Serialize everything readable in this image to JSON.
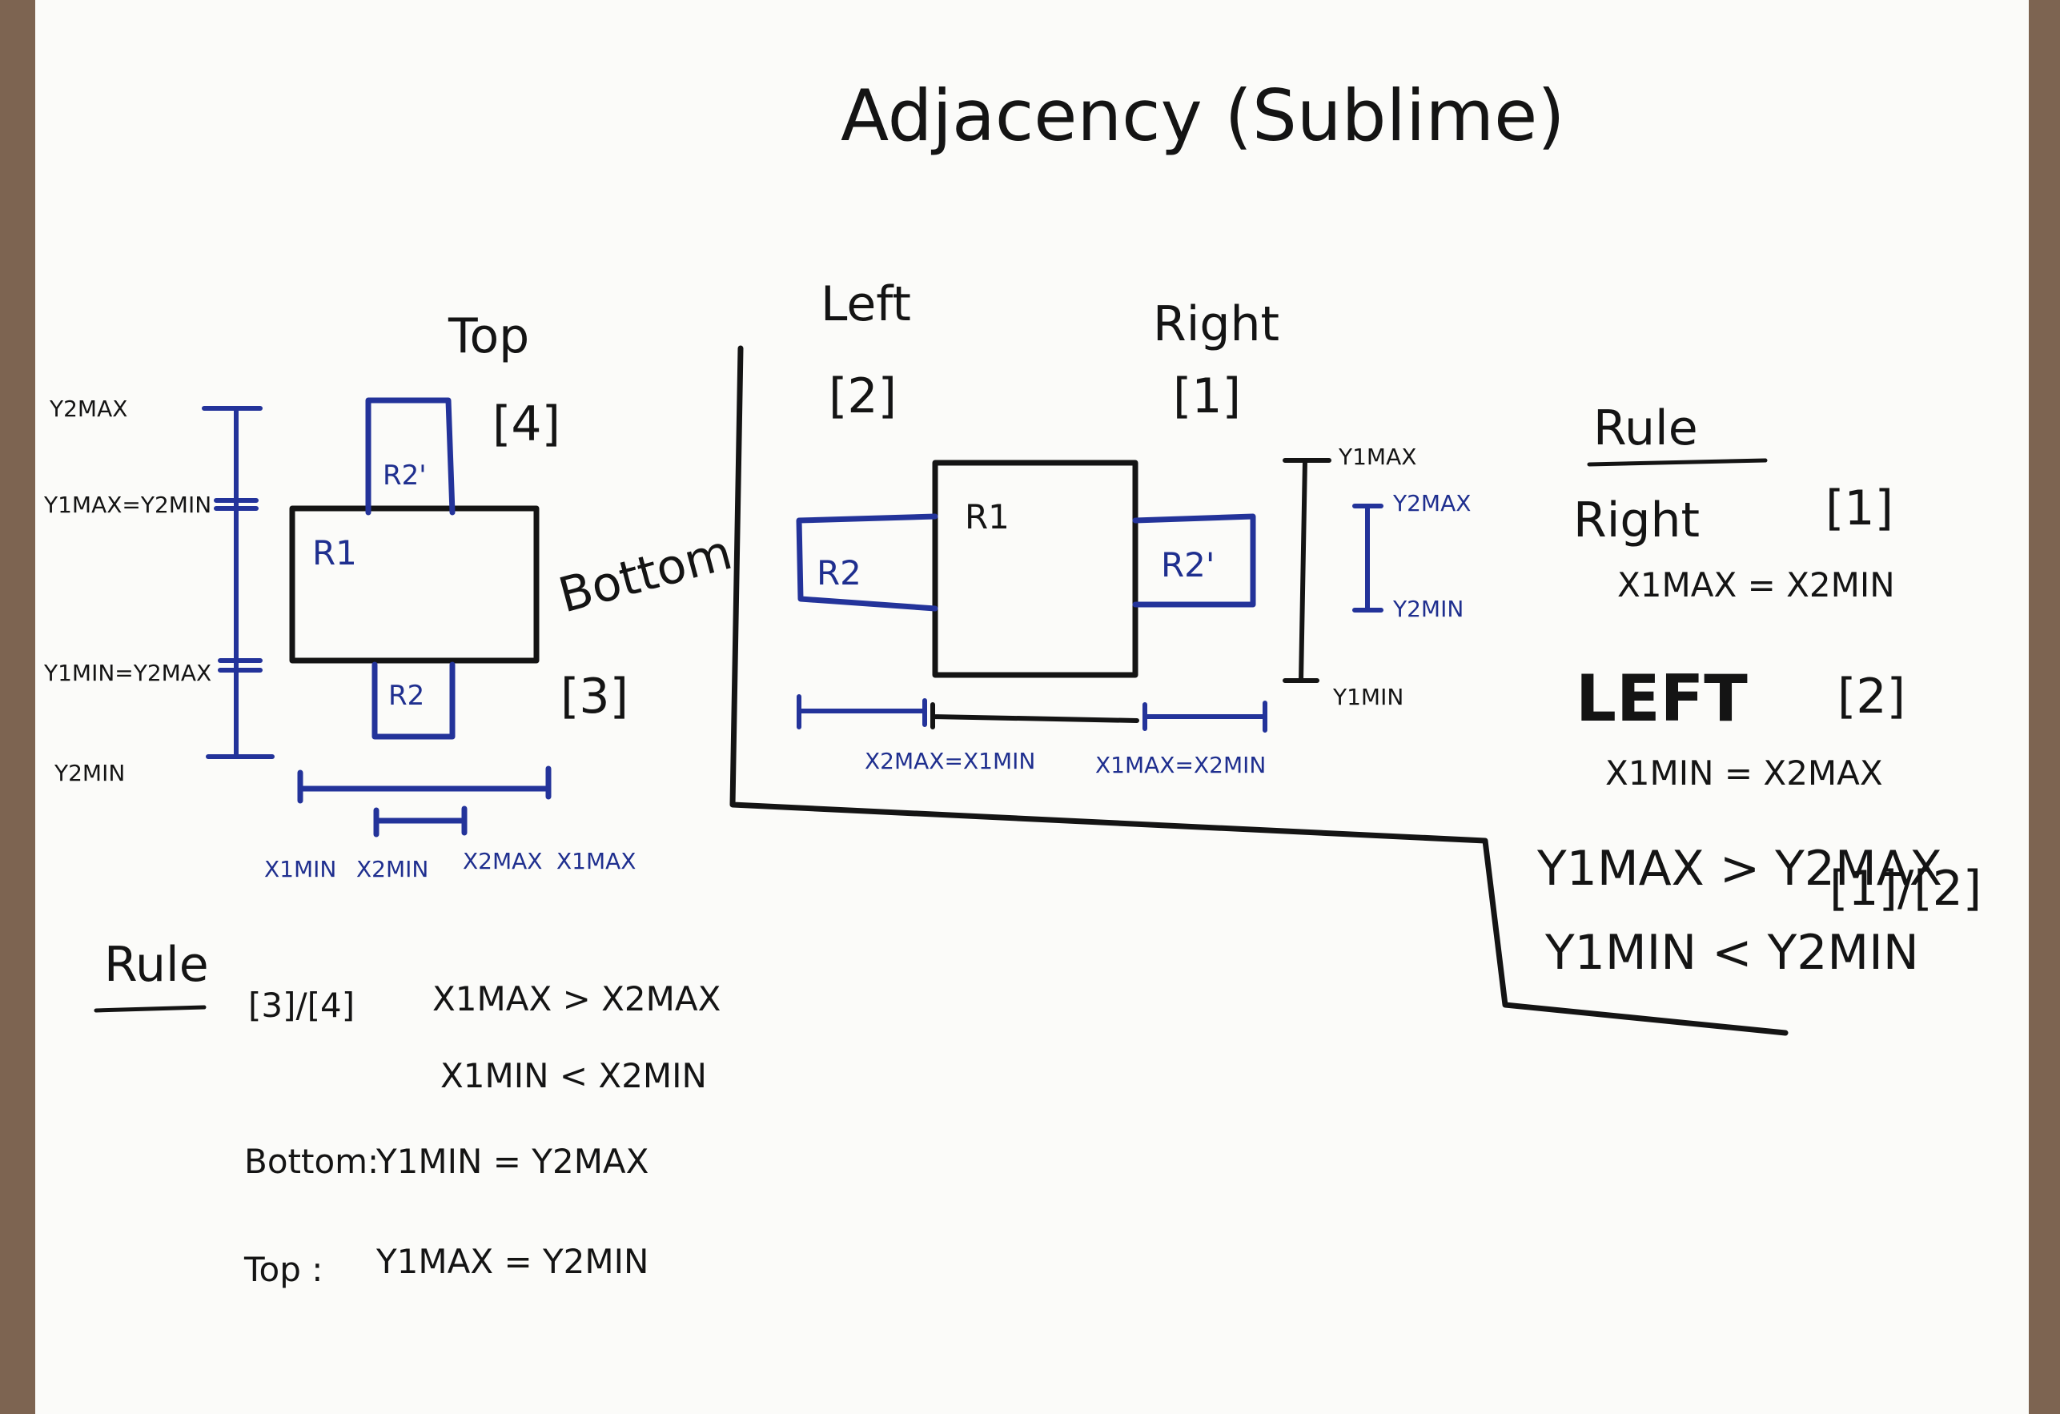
{
  "title": "Adjacency (Sublime)",
  "left_diagram": {
    "top_label": "Top",
    "top_code": "[4]",
    "bottom_label": "Bottom",
    "bottom_code": "[3]",
    "r1": "R1",
    "r2_top": "R2'",
    "r2_bottom": "R2",
    "y_labels": [
      "Y2MAX",
      "Y1MAX=Y2MIN",
      "Y1MIN=Y2MAX",
      "Y2MIN"
    ],
    "x_labels": [
      "X1MIN",
      "X2MIN",
      "X2MAX",
      "X1MAX"
    ]
  },
  "middle_diagram": {
    "left_label": "Left",
    "left_code": "[2]",
    "right_label": "Right",
    "right_code": "[1]",
    "r1": "R1",
    "r2_left": "R2",
    "r2_right": "R2'",
    "y_labels": [
      "Y1MAX",
      "Y2MAX",
      "Y2MIN",
      "Y1MIN"
    ],
    "x_labels": [
      "X2MAX=X1MIN",
      "X1MAX=X2MIN"
    ]
  },
  "rule_right": {
    "heading": "Rule",
    "right_label": "Right",
    "right_code": "[1]",
    "right_eq": "X1MAX = X2MIN",
    "left_label": "LEFT",
    "left_code": "[2]",
    "left_eq": "X1MIN = X2MAX",
    "cond1": "Y1MAX > Y2MAX",
    "cond_code": "[1]/[2]",
    "cond2": "Y1MIN < Y2MIN"
  },
  "rule_left": {
    "heading": "Rule",
    "code": "[3]/[4]",
    "cond1": "X1MAX > X2MAX",
    "cond2": "X1MIN < X2MIN",
    "bottom_label": "Bottom:",
    "bottom_eq": "Y1MIN = Y2MAX",
    "top_label": "Top :",
    "top_eq": "Y1MAX = Y2MIN"
  }
}
